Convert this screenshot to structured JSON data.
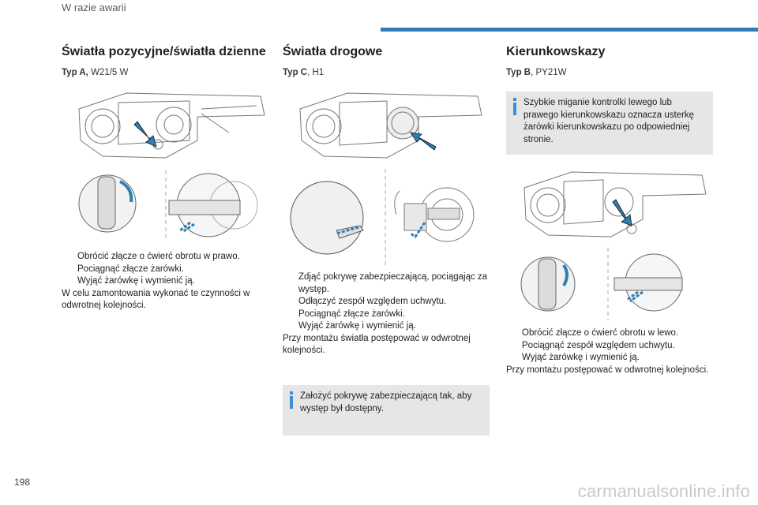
{
  "header": {
    "section_title": "W razie awarii",
    "bar_color": "#2f7fb6"
  },
  "columns": [
    {
      "title": "Światła pozycyjne/światła dzienne",
      "type_label": "Typ A,",
      "type_value": " W21/5 W",
      "steps": [
        "Obrócić złącze o ćwierć obrotu w prawo.",
        "Pociągnąć złącze żarówki.",
        "Wyjąć żarówkę i wymienić ją."
      ],
      "note": "W celu zamontowania wykonać te czynności w odwrotnej kolejności."
    },
    {
      "title": "Światła drogowe",
      "type_label": "Typ C",
      "type_value": ", H1",
      "steps": [
        "Zdjąć pokrywę zabezpieczającą, pociągając za występ.",
        "Odłączyć zespół względem uchwytu.",
        "Pociągnąć złącze żarówki.",
        "Wyjąć żarówkę i wymienić ją."
      ],
      "note": "Przy montażu światła postępować w odwrotnej kolejności.",
      "info": "Założyć pokrywę zabezpieczającą tak, aby występ był dostępny."
    },
    {
      "title": "Kierunkowskazy",
      "type_label": "Typ B",
      "type_value": ", PY21W",
      "info": "Szybkie miganie kontrolki lewego lub prawego kierunkowskazu oznacza usterkę żarówki kierunkowskazu po odpowiedniej stronie.",
      "steps": [
        "Obrócić złącze o ćwierć obrotu w lewo.",
        "Pociągnąć zespół względem uchwytu.",
        "Wyjąć żarówkę i wymienić ją."
      ],
      "note": "Przy montażu postępować w odwrotnej kolejności."
    }
  ],
  "bullet_symbol": "",
  "info_color": "#3f8ed6",
  "arrow_color": "#2f7fb6",
  "page_number": "198",
  "watermark": "carmanualsonline.info"
}
